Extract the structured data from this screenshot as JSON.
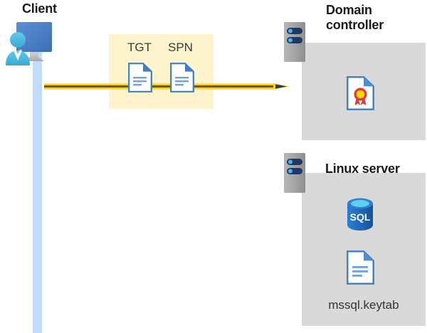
{
  "diagram": {
    "title_client": "Client",
    "title_domain_controller": "Domain\ncontroller",
    "title_linux_server": "Linux server",
    "message_labels": {
      "tgt": "TGT",
      "spn": "SPN"
    },
    "keytab_filename": "mssql.keytab",
    "icons": {
      "client": "client-workstation-icon",
      "tgt_document": "document-icon",
      "spn_document": "document-icon",
      "domain_controller_server": "server-rack-icon",
      "linux_server": "server-rack-icon",
      "certificate": "certificate-icon",
      "sql_database": "sql-database-icon",
      "keytab_document": "document-icon",
      "arrow": "right-arrow-icon"
    },
    "colors": {
      "highlight_box": "#fdf3cd",
      "container_box": "#d9d9d9",
      "lifeline": "#c3dcfb",
      "arrow": "#f2c200",
      "arrowhead": "#2b3a55",
      "document_blue": "#3d7ec4",
      "server_gray": "#9e9e9e",
      "server_pill": "#1f3864",
      "sql_blue": "#1e64b4",
      "seal_red": "#d93a3a",
      "seal_yellow": "#ffd500",
      "title_text": "#1a1a1a",
      "label_text": "#3b3b3b"
    }
  }
}
